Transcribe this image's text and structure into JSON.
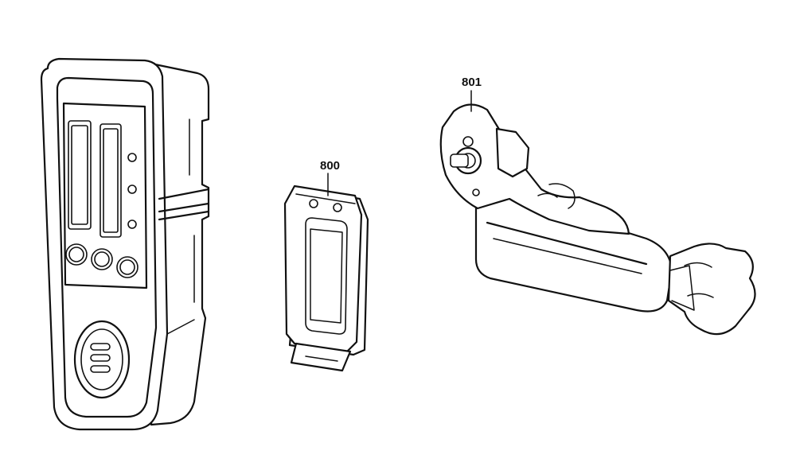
{
  "callouts": [
    {
      "id": "800",
      "label": "800"
    },
    {
      "id": "801",
      "label": "801"
    }
  ]
}
